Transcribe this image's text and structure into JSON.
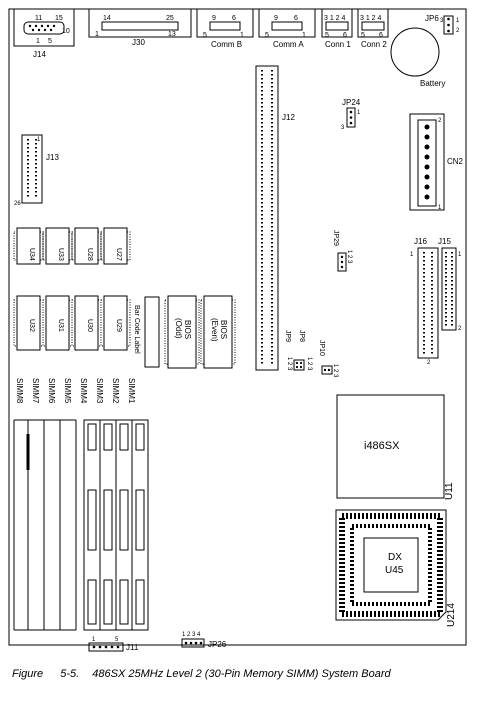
{
  "caption": {
    "figure_word": "Figure",
    "number": "5-5.",
    "title": "486SX 25MHz Level 2 (30-Pin Memory SIMM) System Board"
  },
  "top_connectors": {
    "j14": {
      "label": "J14",
      "pins_top_left": "11",
      "pins_top_right": "15",
      "pins_bottom_left": "1",
      "pins_bottom_mid": "5",
      "pins_bottom_right": "10"
    },
    "j30": {
      "label": "J30",
      "pin_tl": "14",
      "pin_tr": "25",
      "pin_bl": "1",
      "pin_br": "13"
    },
    "comm_b": {
      "label": "Comm B",
      "pin_tl": "9",
      "pin_tr": "6",
      "pin_bl": "5",
      "pin_br": "1"
    },
    "comm_a": {
      "label": "Comm A",
      "pin_tl": "9",
      "pin_tr": "6",
      "pin_bl": "5",
      "pin_br": "1"
    },
    "conn1": {
      "label": "Conn 1",
      "pins_top": "3 1 2 4",
      "pin_bl": "5",
      "pin_br": "6"
    },
    "conn2": {
      "label": "Conn 2",
      "pins_top": "3 1 2 4",
      "pin_bl": "5",
      "pin_br": "6"
    },
    "jp6": {
      "label": "JP6",
      "pin_3": "3",
      "pin_1": "1",
      "pin_2": "2"
    },
    "battery": {
      "label": "Battery"
    }
  },
  "middle": {
    "j12": {
      "label": "J12"
    },
    "jp24": {
      "label": "JP24",
      "pin_3": "3",
      "pin_1": "1"
    },
    "cn2": {
      "label": "CN2",
      "pin_top": "2",
      "pin_bottom": "1"
    },
    "j13": {
      "label": "J13",
      "pin_tr": "1",
      "pin_bl": "26"
    },
    "jp29": {
      "label": "JP29",
      "pins": "1 2 3"
    },
    "j16": {
      "label": "J16",
      "pin_tl": "1",
      "pin_bl": "2"
    },
    "j15": {
      "label": "J15",
      "pin_tr": "1",
      "pin_br": "2"
    },
    "jp10": {
      "label": "JP10",
      "pins": "1 2 3"
    },
    "jp9": {
      "label": "JP9",
      "pins": "1 2 3"
    },
    "jp8": {
      "label": "JP8",
      "pins": "1 2 3"
    }
  },
  "chips": {
    "top_row": [
      "U34",
      "U33",
      "U28",
      "U27"
    ],
    "bottom_row": [
      "U32",
      "U31",
      "U30",
      "U29"
    ],
    "bar_code": "Bar Code Label",
    "bios_odd": [
      "BIOS",
      "(Odd)"
    ],
    "bios_even": [
      "BIOS",
      "(Even)"
    ],
    "cpu": "i486SX",
    "u11": "U11",
    "dx": "DX",
    "u45": "U45",
    "u214": "U214"
  },
  "simms": [
    "SIMM8",
    "SIMM7",
    "SIMM6",
    "SIMM5",
    "SIMM4",
    "SIMM3",
    "SIMM2",
    "SIMM1"
  ],
  "bottom": {
    "j11": {
      "label": "J11",
      "pin_l": "1",
      "pin_r": "5"
    },
    "jp26": {
      "label": "JP26",
      "pins": "1 2 3 4"
    }
  }
}
